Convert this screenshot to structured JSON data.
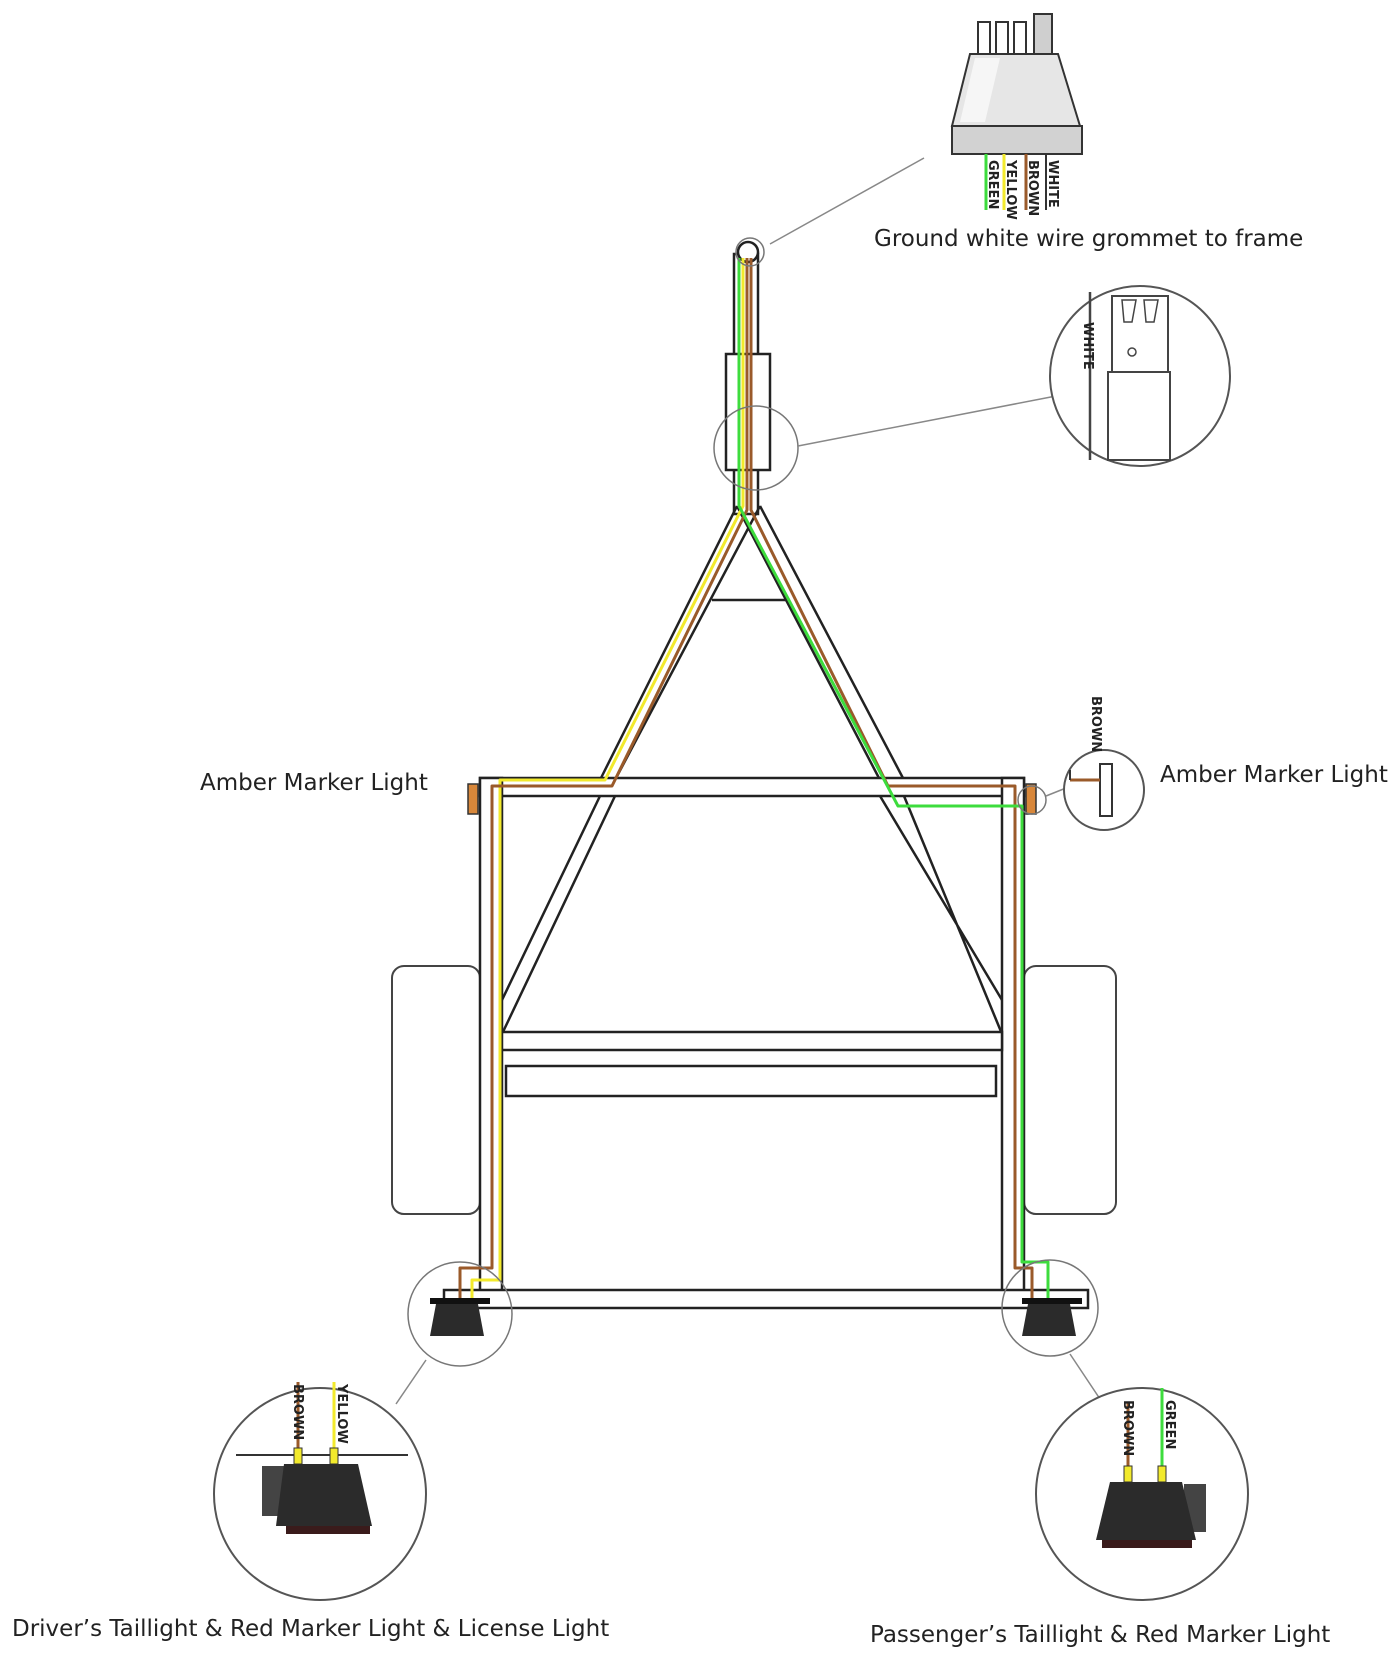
{
  "captions": {
    "ground": "Ground white wire grommet to frame",
    "amber_left": "Amber Marker Light",
    "amber_right": "Amber Marker Light",
    "driver": "Driver’s Taillight & Red Marker Light & License Light",
    "passenger": "Passenger’s Taillight & Red Marker Light"
  },
  "wire_labels": {
    "plug": [
      "GREEN",
      "YELLOW",
      "BROWN",
      "WHITE"
    ],
    "frame_ground": "WHITE",
    "amber_right": "BROWN",
    "driver": [
      "BROWN",
      "YELLOW"
    ],
    "passenger": [
      "BROWN",
      "GREEN"
    ]
  },
  "colors": {
    "green": "#3ddc3d",
    "yellow": "#f2ea2c",
    "brown": "#9a5a2a",
    "white": "#eeeeee",
    "amber": "#d8873a",
    "frame": "#222222",
    "lamp": "#2b2b2b"
  }
}
